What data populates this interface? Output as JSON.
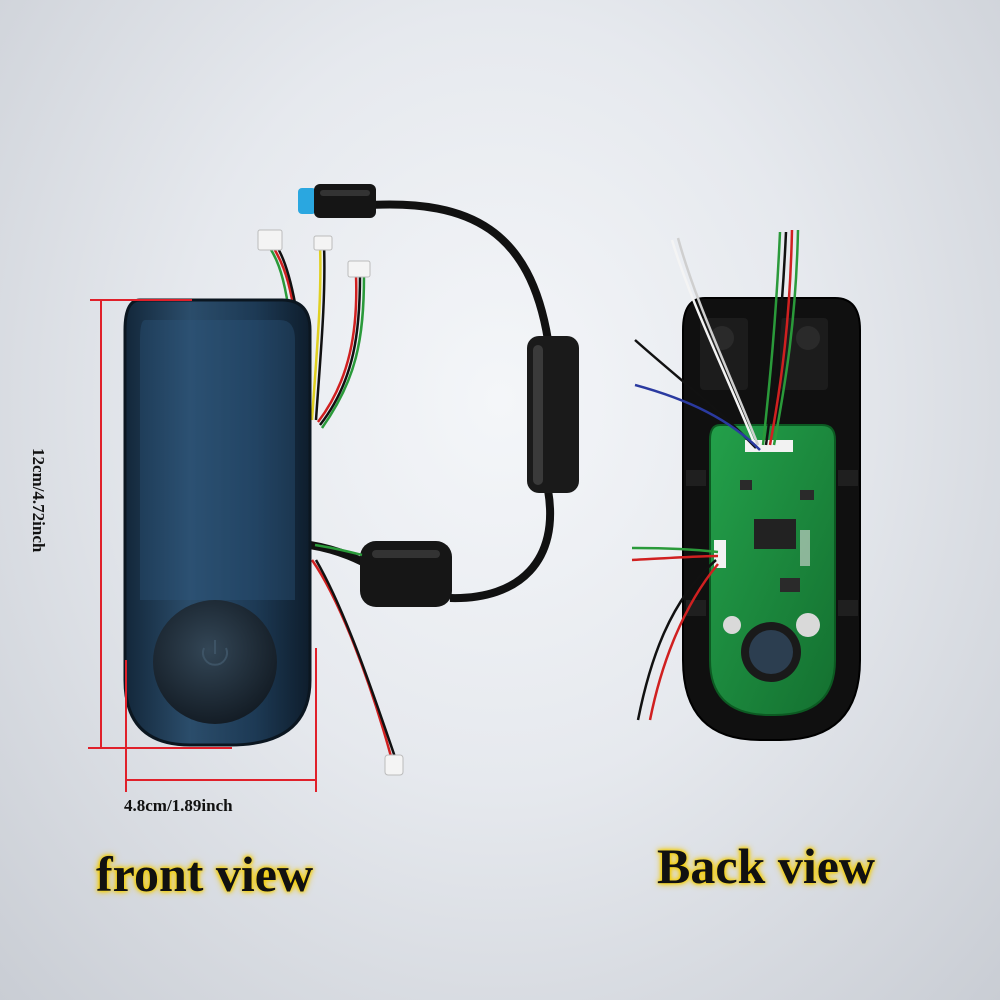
{
  "labels": {
    "height_dimension": "12cm/4.72inch",
    "width_dimension": "4.8cm/1.89inch",
    "front_caption": "front view",
    "back_caption": "Back view"
  },
  "colors": {
    "caption_glow": "#f5d000",
    "dimension_line": "#e0202a",
    "front_housing": "#1f3a55",
    "pcb_green": "#1d8a3e"
  }
}
